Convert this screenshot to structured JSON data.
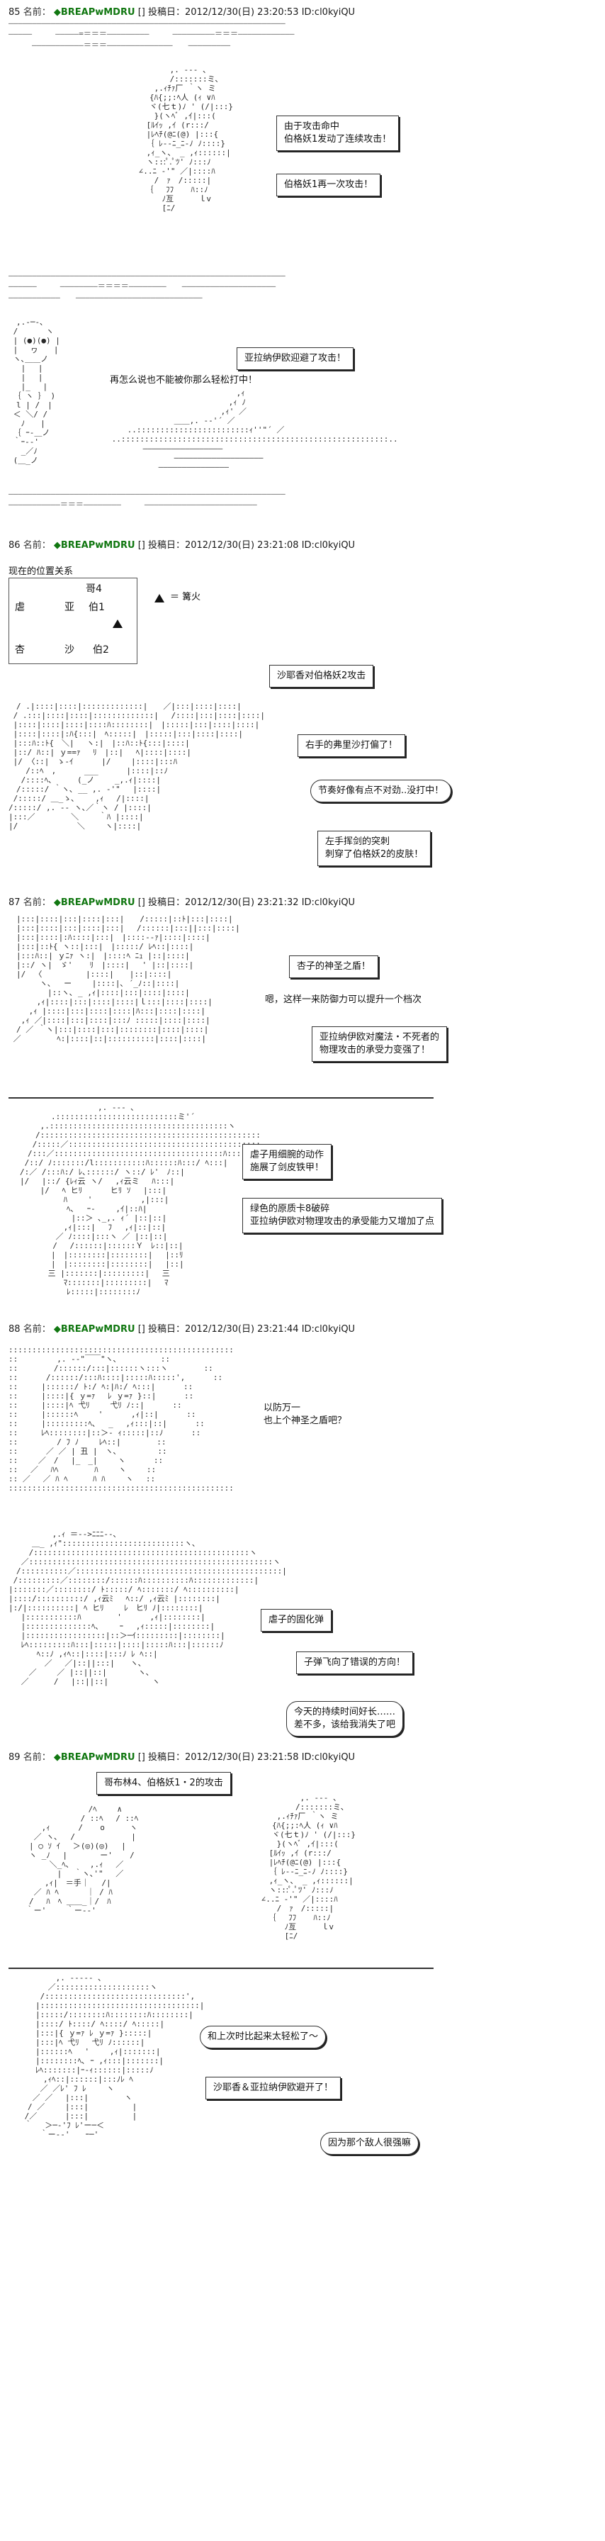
{
  "posts": [
    {
      "num": "85",
      "label": "名前：",
      "name": "◆BREAPwMDRU",
      "date": "[] 投稿日：2012/12/30(日) 23:20:53",
      "id": "ID:cl0kyiQU"
    },
    {
      "num": "86",
      "label": "名前：",
      "name": "◆BREAPwMDRU",
      "date": "[] 投稿日：2012/12/30(日) 23:21:08",
      "id": "ID:cl0kyiQU"
    },
    {
      "num": "87",
      "label": "名前：",
      "name": "◆BREAPwMDRU",
      "date": "[] 投稿日：2012/12/30(日) 23:21:32",
      "id": "ID:cl0kyiQU"
    },
    {
      "num": "88",
      "label": "名前：",
      "name": "◆BREAPwMDRU",
      "date": "[] 投稿日：2012/12/30(日) 23:21:44",
      "id": "ID:cl0kyiQU"
    },
    {
      "num": "89",
      "label": "名前：",
      "name": "◆BREAPwMDRU",
      "date": "[] 投稿日：2012/12/30(日) 23:21:58",
      "id": "ID:cl0kyiQU"
    }
  ],
  "dialogue": {
    "d1": "由于攻击命中\n伯格妖1发动了连续攻击！",
    "d2": "伯格妖1再一次攻击！",
    "d3": "亚拉纳伊欧迎避了攻击！",
    "d4": "再怎么说也不能被你那么轻松打中！",
    "d5": "沙耶香对伯格妖2攻击",
    "d6": "右手的弗里沙打偏了！",
    "d7": "节奏好像有点不对劲..没打中！",
    "d8": "左手挥剑的突刺\n刺穿了伯格妖2的皮肤！",
    "d9": "杏子的神圣之盾！",
    "d10": "嗯，这样一来防御力可以提升一个档次",
    "d11": "亚拉纳伊欧对魔法・不死者的\n物理攻击的承受力变强了！",
    "d12": "虐子用细腕的动作\n施展了剑皮铁甲！",
    "d13": "绿色的原质卡8破碎\n亚拉纳伊欧对物理攻击的承受能力又增加了点",
    "d14": "以防万一\n也上个神圣之盾吧？",
    "d15": "虐子的固化弹",
    "d16": "子弹飞向了错误的方向！",
    "d17": "今天的持续时间好长……\n差不多，该给我消失了吧",
    "d18": "哥布林4、伯格妖1・2的攻击",
    "d19": "和上次时比起来太轻松了～",
    "d20": "沙耶香＆亚拉纳伊欧避开了！",
    "d21": "因为那个敌人很强嘛"
  },
  "position_map": {
    "title": "现在的位置关系",
    "goblin": "哥4",
    "row1": [
      "虐",
      "亚",
      "伯1"
    ],
    "row2": [
      "杏",
      "沙",
      "伯2"
    ],
    "legend": "＝ 篝火",
    "bonfire_icon": "triangle-icon"
  },
  "colors": {
    "name": "#117711",
    "border": "#333333"
  }
}
